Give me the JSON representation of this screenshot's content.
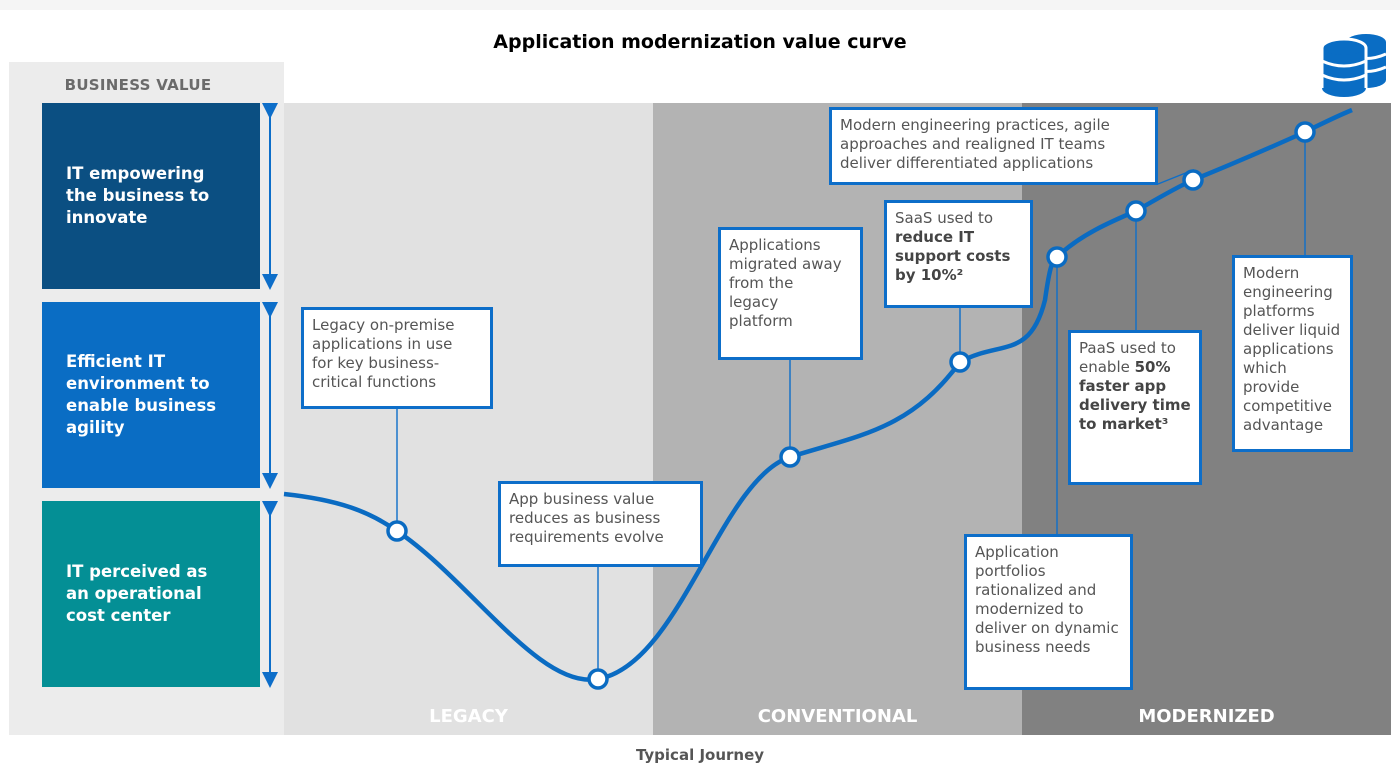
{
  "title": "Application modernization value curve",
  "left_panel": {
    "header": "BUSINESS VALUE",
    "levels": [
      {
        "lines": [
          "IT empowering",
          "the business to",
          "innovate"
        ],
        "color": "#0b4f82"
      },
      {
        "lines": [
          "Efficient IT",
          "environment to",
          "enable business",
          "agility"
        ],
        "color": "#0a6dc4"
      },
      {
        "lines": [
          "IT perceived as",
          "an operational",
          "cost center"
        ],
        "color": "#048f95"
      }
    ]
  },
  "phases": [
    "LEGACY",
    "CONVENTIONAL",
    "MODERNIZED"
  ],
  "x_label": "Typical Journey",
  "callouts": {
    "legacy_apps": {
      "lines": [
        "Legacy on-premise",
        "applications in use",
        "for key business-",
        "critical functions"
      ]
    },
    "value_reduces": {
      "lines": [
        "App business value",
        "reduces as business",
        "requirements evolve"
      ]
    },
    "migrated": {
      "lines": [
        "Applications",
        "migrated away",
        "from the",
        "legacy",
        "platform"
      ]
    },
    "saas": {
      "line1": "SaaS used to",
      "bold": [
        "reduce IT",
        "support costs",
        "by 10%²"
      ]
    },
    "modern_practices": {
      "lines": [
        "Modern engineering practices, agile",
        "approaches and realigned IT teams",
        "deliver differentiated applications"
      ]
    },
    "paas": {
      "lines_plain": [
        "PaaS used to"
      ],
      "mixed_prefix": "enable ",
      "mixed_bold": "50%",
      "bold": [
        "faster app",
        "delivery time",
        "to market³"
      ]
    },
    "portfolios": {
      "lines": [
        "Application",
        "portfolios",
        "rationalized and",
        "modernized to",
        "deliver on dynamic",
        "business needs"
      ]
    },
    "platforms": {
      "lines": [
        "Modern",
        "engineering",
        "platforms",
        "deliver liquid",
        "applications",
        "which provide",
        "competitive",
        "advantage"
      ]
    }
  },
  "colors": {
    "accent": "#0d6ec9",
    "curve": "#0a6bc2",
    "legacy_band": "#e1e1e1",
    "conventional_band": "#b3b3b3",
    "modernized_band": "#818181"
  },
  "icons": {
    "database": "database-icon"
  }
}
